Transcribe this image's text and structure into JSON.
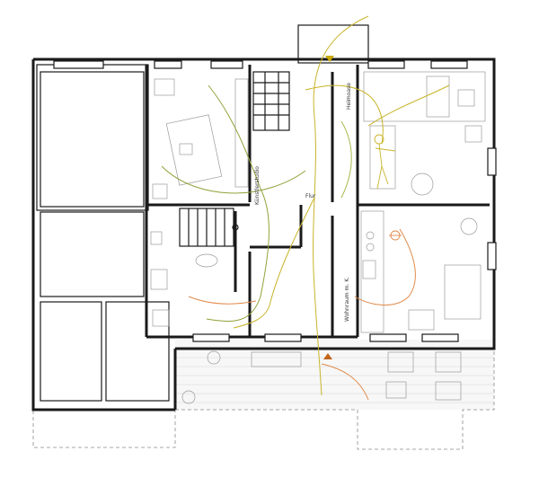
{
  "rooms": {
    "kunstlerstudio": "Künstlerstudio",
    "flur": "Flur",
    "heimoase": "Heimoase",
    "wohnraum": "Wohnraum m. K."
  },
  "colors": {
    "path_yellow": "#c9b42a",
    "path_olive": "#8fa33a",
    "path_orange": "#e08a4a",
    "marker_yellow": "#c8a800",
    "marker_orange": "#c0651a"
  }
}
